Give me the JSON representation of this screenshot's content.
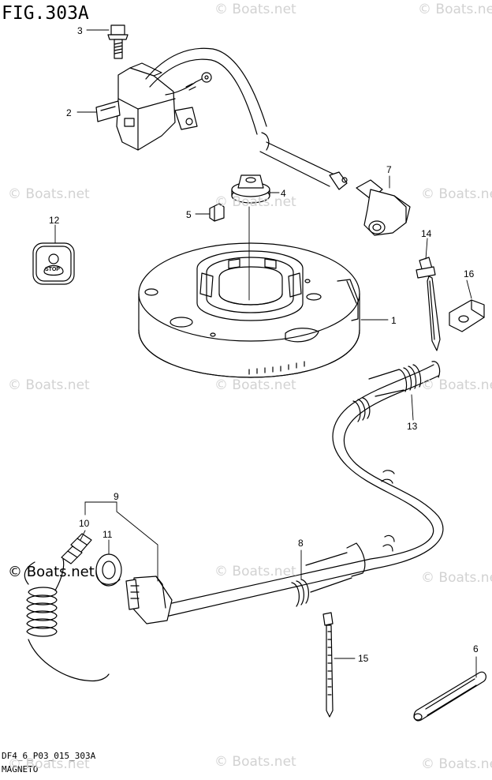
{
  "figure": {
    "title": "FIG.303A",
    "code": "DF4_6_P03_015_303A",
    "name": "MAGNETO"
  },
  "watermark": {
    "text": "© Boats.net",
    "dark_text": "© Boats.net"
  },
  "callouts": [
    "1",
    "2",
    "3",
    "4",
    "5",
    "6",
    "7",
    "8",
    "9",
    "10",
    "11",
    "12",
    "13",
    "14",
    "15",
    "16"
  ],
  "stop_label": "STOP"
}
